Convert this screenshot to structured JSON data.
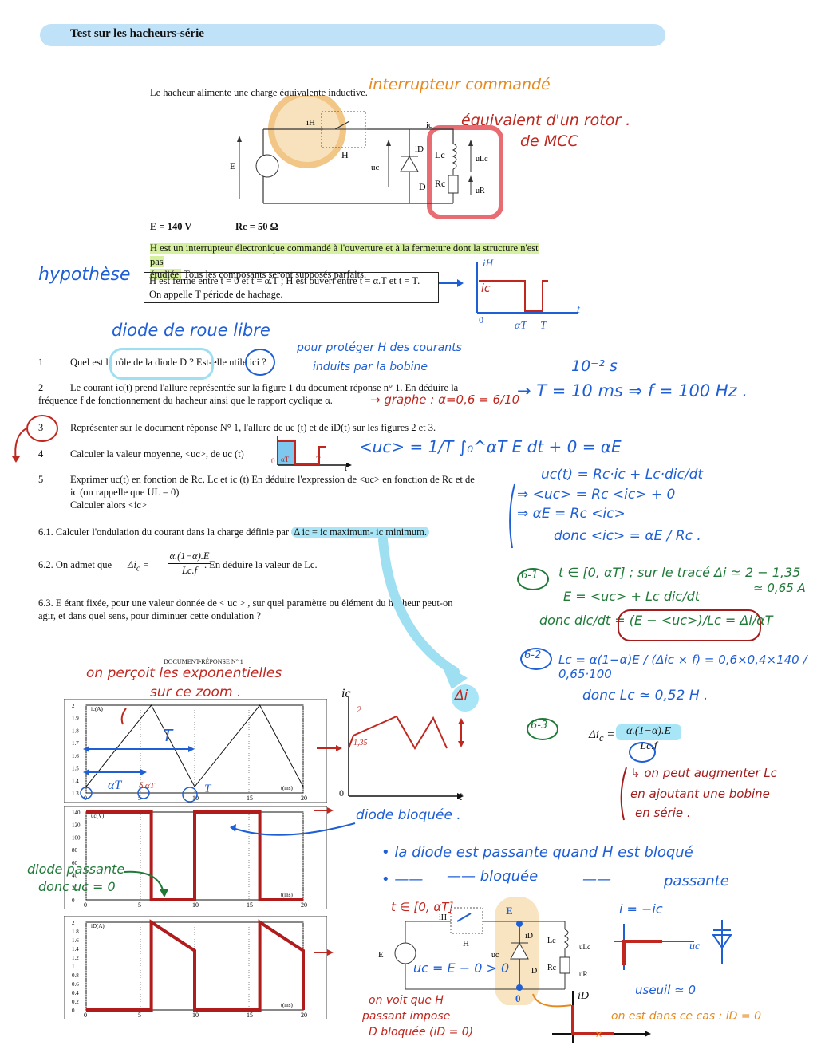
{
  "header": {
    "title": "Test sur les hacheurs-série"
  },
  "intro": {
    "text": "Le hacheur alimente une charge équivalente inductive.",
    "circuit_labels": {
      "iH": "iH",
      "H": "H",
      "E": "E",
      "uc": "uc",
      "iD": "iD",
      "ic": "ic",
      "D": "D",
      "Lc": "Lc",
      "Rc": "Rc",
      "uLc": "uLc",
      "uR": "uR"
    },
    "values": {
      "E": "E = 140 V",
      "Rc": "Rc = 50 Ω"
    }
  },
  "description": {
    "line1": "H est un interrupteur électronique commandé à l'ouverture et à la fermeture dont la structure n'est pas",
    "line2_hl": "étudiée.",
    "line2_rest": " Tous les composants seront supposés parfaits."
  },
  "hypothesis_box": {
    "line1": "H est fermé entre t = 0 et t = α.T ; H est ouvert entre t = α.T et t = T.",
    "line2": "On appelle T période de hachage."
  },
  "questions": {
    "q1": {
      "num": "1",
      "pre": "Quel est le rôle de la diode D ? Est-elle utile ici ?"
    },
    "q2": {
      "num": "2",
      "l1": "Le courant ic(t) prend l'allure représentée sur la figure 1 du document réponse n° 1. En déduire la",
      "l2": "fréquence f de fonctionnement du hacheur ainsi que le rapport cyclique α."
    },
    "q3": {
      "num": "3",
      "text": "Représenter sur le document réponse N° 1, l'allure de uc (t) et de iD(t) sur les figures 2 et 3."
    },
    "q4": {
      "num": "4",
      "text": "Calculer la valeur moyenne, <uc>, de uc (t)"
    },
    "q5": {
      "num": "5",
      "l1": "Exprimer uc(t) en fonction de Rc, Lc et ic (t) En déduire l'expression de <uc> en fonction de Rc et de",
      "l2": "ic (on rappelle que UL = 0)",
      "l3": "Calculer alors <ic>"
    },
    "q61": {
      "pre": "6.1. Calculer l'ondulation du courant dans la charge définie par ",
      "hl": "Δ ic = ic maximum- ic minimum."
    },
    "q62": {
      "pre": "6.2. On admet que",
      "formula_num": "α.(1−α).E",
      "formula_den": "Lc.f",
      "post": ". En déduire la valeur de Lc."
    },
    "q63": {
      "l1": "6.3. E étant fixée, pour une valeur donnée de < uc > , sur quel paramètre ou élément du hacheur peut-on",
      "l2": "agir, et dans quel sens, pour diminuer cette ondulation ?"
    }
  },
  "annotations": {
    "interrupteur": "interrupteur commandé",
    "rotor1": "équivalent d'un rotor .",
    "rotor2": "de MCC",
    "hypothese": "hypothèse",
    "roue_libre": "diode de roue libre",
    "proteger1": "pour protéger H des courants",
    "proteger2": "induits par la bobine",
    "graphe": "→ graphe : α=0,6 = 6/10",
    "period": "→ T = 10 ms ⇒ f = 100 Hz .",
    "ten": "10⁻² s",
    "moyenne": "<uc> = 1/T ∫₀^αT E dt + 0 = αE",
    "uc_eq": "uc(t) = Rc·ic + Lc·dic/dt",
    "uc_l2": "⇒ <uc> = Rc <ic> + 0",
    "uc_l3": "⇒ αE = Rc <ic>",
    "uc_l4": "donc <ic> = αE / Rc .",
    "s61_l1": "t ∈ [0, αT] ; sur le tracé Δi ≃ 2 − 1,35",
    "s61_l1b": "≃ 0,65 A",
    "s61_l2": "E = <uc> + Lc dic/dt",
    "s61_l3": "donc dic/dt = (E − <uc>)/Lc = Δi/αT",
    "s62_l1": "Lc = α(1−α)E / (Δic × f) = 0,6×0,4×140 / 0,65·100",
    "s62_l2": "donc Lc ≃ 0,52 H .",
    "s63_l1": "↳ on peut augmenter Lc",
    "s63_l2": "en ajoutant une bobine",
    "s63_l3": "en série .",
    "percoit1": "on perçoit les exponentielles",
    "percoit2": "sur ce zoom .",
    "diode_bloquee": "diode bloquée .",
    "diode_passante1": "diode passante",
    "diode_passante2": "donc uc = 0",
    "passante_l1": "• la diode est passante quand H est bloqué",
    "passante_l2a": "• ——",
    "passante_l2b": "—— bloquée",
    "passante_l2c": "——",
    "passante_l2d": "passante",
    "tint": "t ∈ [0, αT]",
    "uc_E": "uc = E − 0 > 0",
    "impose1": "on voit que H",
    "impose2": "passant impose",
    "impose3": "D bloquée (iD = 0)",
    "useuil": "useuil ≃ 0",
    "id_zero": "on est dans ce cas : iD = 0",
    "i_eq": "i = −ic",
    "delta_i": "Δi",
    "val_2": "2",
    "val_135": "1,35",
    "alpha_T": "αT",
    "T": "T",
    "delta_aT": "δ αT",
    "ic": "ic",
    "iH_axis": "iH",
    "ie_axis": "ic",
    "t": "t",
    "zero": "0",
    "sec6": "6-1",
    "sec62": "6-2",
    "sec63": "6-3"
  },
  "doc_reponse": {
    "title": "DOCUMENT-RÉPONSE N° 1"
  },
  "chart_data": [
    {
      "type": "line",
      "title": "",
      "ylabel": "ic(A)",
      "xlabel": "t(ms)",
      "ylim": [
        1.3,
        2.0
      ],
      "yticks": [
        1.3,
        1.4,
        1.5,
        1.6,
        1.7,
        1.8,
        1.9,
        2
      ],
      "xticks": [
        0,
        5,
        10,
        15,
        20
      ],
      "series": [
        {
          "x": [
            0,
            6,
            10,
            16,
            20
          ],
          "y": [
            1.35,
            2.0,
            1.35,
            2.0,
            1.35
          ]
        }
      ]
    },
    {
      "type": "line",
      "title": "",
      "ylabel": "uc(V)",
      "xlabel": "t(ms)",
      "ylim": [
        0,
        140
      ],
      "yticks": [
        0,
        20,
        40,
        60,
        80,
        100,
        120,
        140
      ],
      "xticks": [
        0,
        5,
        10,
        15,
        20
      ],
      "series": [
        {
          "x": [
            0,
            6,
            6,
            10,
            10,
            16,
            16,
            20
          ],
          "y": [
            140,
            140,
            0,
            0,
            140,
            140,
            0,
            0
          ]
        }
      ]
    },
    {
      "type": "line",
      "title": "",
      "ylabel": "iD(A)",
      "xlabel": "t(ms)",
      "ylim": [
        0,
        2
      ],
      "yticks": [
        0,
        0.2,
        0.4,
        0.6,
        0.8,
        1,
        1.2,
        1.4,
        1.6,
        1.8,
        2
      ],
      "xticks": [
        0,
        5,
        10,
        15,
        20
      ],
      "series": [
        {
          "x": [
            0,
            6,
            6,
            10,
            10,
            16,
            16,
            20,
            20
          ],
          "y": [
            0,
            0,
            2.0,
            1.35,
            0,
            0,
            2.0,
            1.35,
            0
          ]
        }
      ]
    }
  ]
}
